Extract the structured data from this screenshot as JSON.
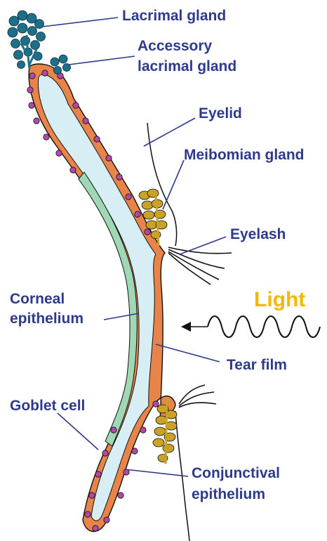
{
  "labels": {
    "lacrimal_gland": "Lacrimal gland",
    "accessory_line1": "Accessory",
    "accessory_line2": "lacrimal gland",
    "eyelid": "Eyelid",
    "meibomian_gland": "Meibomian gland",
    "eyelash": "Eyelash",
    "corneal_line1": "Corneal",
    "corneal_line2": "epithelium",
    "light": "Light",
    "tear_film": "Tear film",
    "goblet_cell": "Goblet cell",
    "conjunctival_line1": "Conjunctival",
    "conjunctival_line2": "epithelium"
  },
  "colors": {
    "label_text": "#2e3a8c",
    "light_text": "#f5b800",
    "tear_film": "#d6eef4",
    "conjunctiva": "#e8834a",
    "cornea": "#9fd8b4",
    "goblet_cell": "#b04aa8",
    "lacrimal_gland": "#1d6f8a",
    "meibomian_gland": "#c9a227"
  }
}
